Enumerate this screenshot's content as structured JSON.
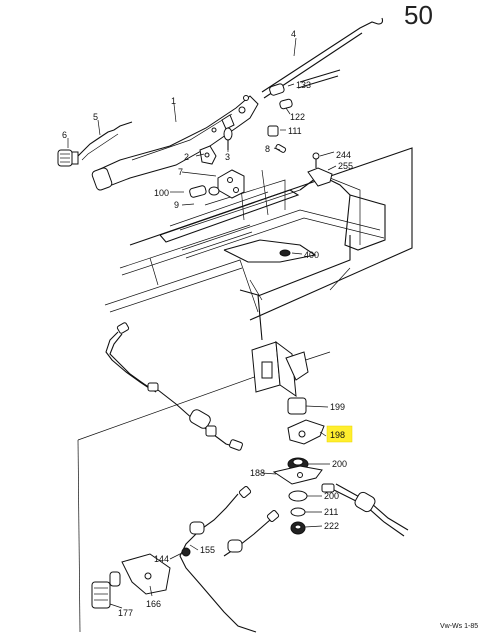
{
  "sheet_number": "50",
  "footer_code": "Vw-Ws 1-85",
  "highlighted_callout": "198",
  "highlight_color": "#ffee2e",
  "callouts": {
    "c1": "1",
    "c2": "2",
    "c3": "3",
    "c4": "4",
    "c5": "5",
    "c6": "6",
    "c7": "7",
    "c8": "8",
    "c9": "9",
    "c100": "100",
    "c111": "111",
    "c122": "122",
    "c133": "133",
    "c244": "244",
    "c255": "255",
    "c400": "400",
    "c199": "199",
    "c198": "198",
    "c200a": "200",
    "c188": "188",
    "c200b": "200",
    "c211": "211",
    "c222": "222",
    "c144": "144",
    "c155": "155",
    "c166": "166",
    "c177": "177"
  }
}
